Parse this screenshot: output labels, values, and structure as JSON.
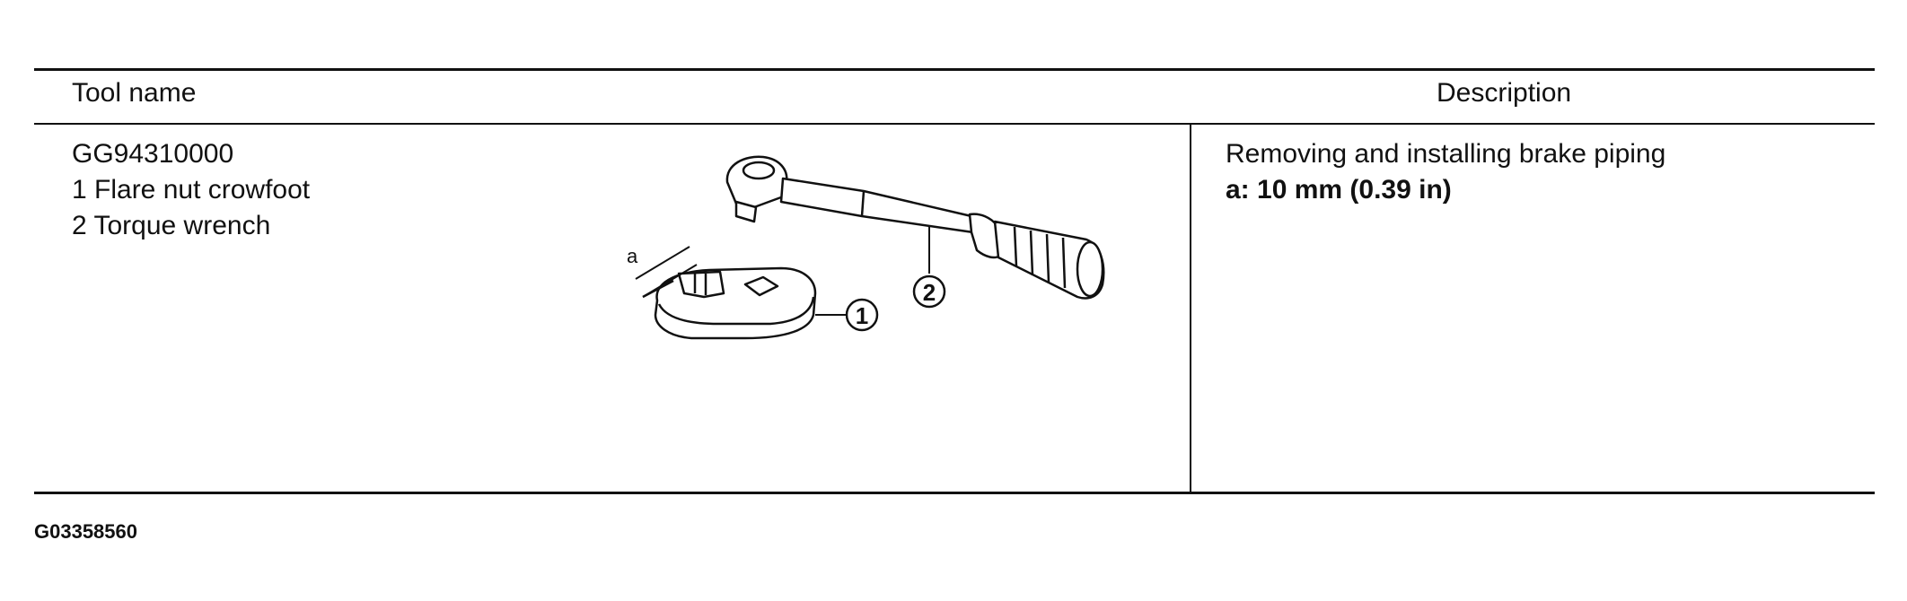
{
  "table": {
    "header": {
      "tool_name": "Tool name",
      "description": "Description"
    },
    "row": {
      "part_number": "GG94310000",
      "item_1": "1 Flare nut crowfoot",
      "item_2": "2 Torque wrench",
      "description_line": "Removing and installing brake piping",
      "dimension": "a: 10 mm (0.39 in)"
    }
  },
  "figure": {
    "callout_1": "1",
    "callout_2": "2",
    "dimension_label": "a"
  },
  "figure_id": "G03358560"
}
